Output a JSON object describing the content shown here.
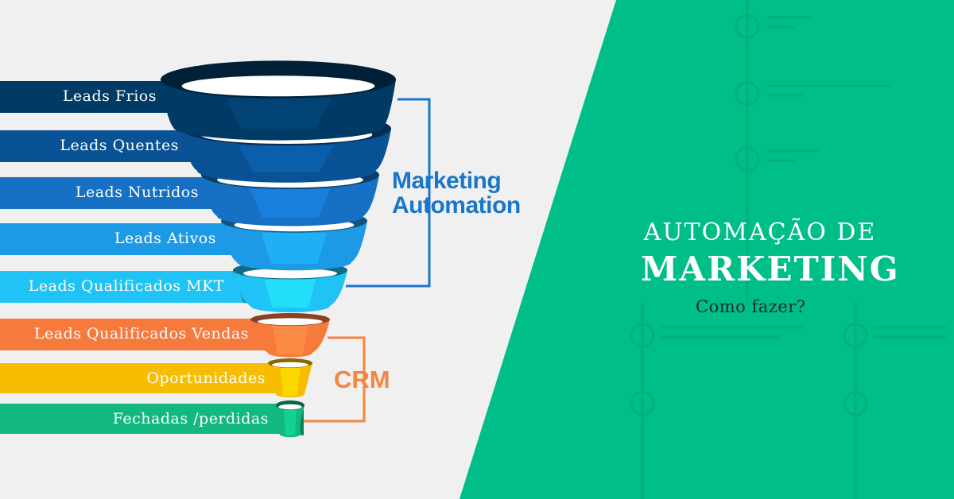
{
  "colors": {
    "background": "#f0f0f0",
    "accent_green": "#00be88",
    "marketing_automation_blue": "#1976c8",
    "crm_orange": "#f5853f"
  },
  "funnel": {
    "stages": [
      {
        "label": "Leads Frios",
        "color": "#003b66"
      },
      {
        "label": "Leads Quentes",
        "color": "#0a5296"
      },
      {
        "label": "Leads Nutridos",
        "color": "#1670c4"
      },
      {
        "label": "Leads Ativos",
        "color": "#1c9ae6"
      },
      {
        "label": "Leads Qualificados MKT",
        "color": "#1fc3f5"
      },
      {
        "label": "Leads Qualificados Vendas",
        "color": "#f77a3d"
      },
      {
        "label": "Oportunidades",
        "color": "#f7bd00"
      },
      {
        "label": "Fechadas /perdidas",
        "color": "#12b87f"
      }
    ],
    "groups": {
      "marketing_automation": {
        "line1": "Marketing",
        "line2": "Automation"
      },
      "crm": {
        "label": "CRM"
      }
    }
  },
  "hero": {
    "title_line1": "AUTOMAÇÃO DE",
    "title_line2": "MARKETING",
    "subtitle": "Como fazer?"
  }
}
